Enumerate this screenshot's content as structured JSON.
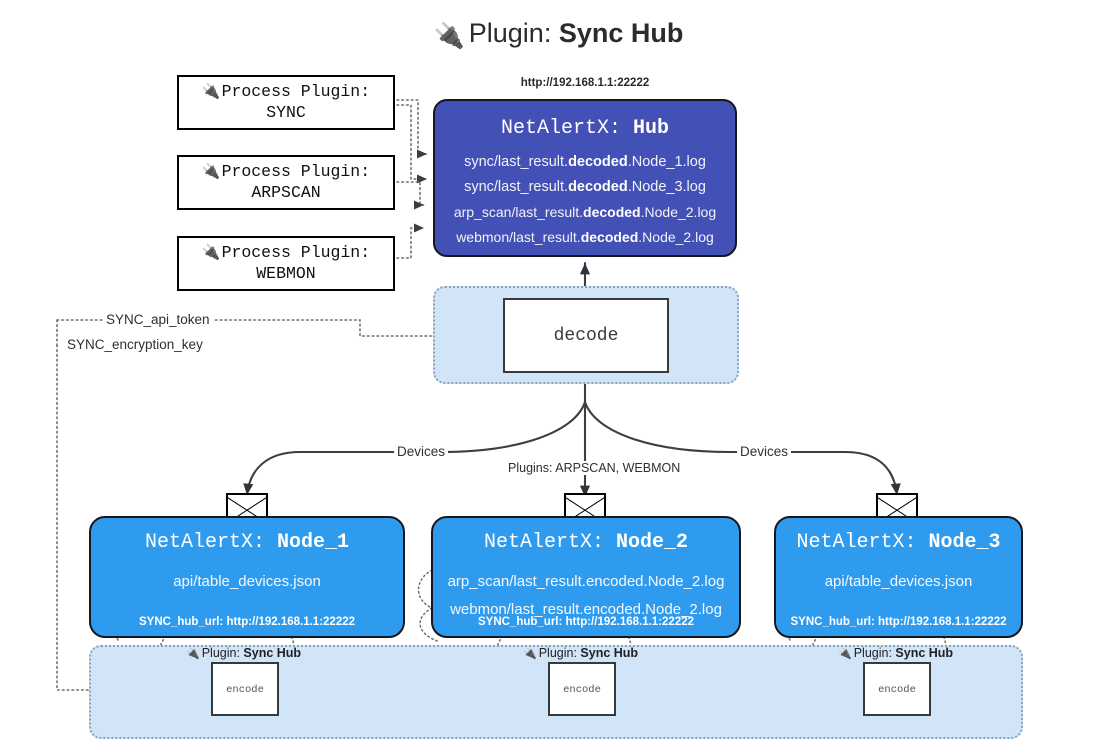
{
  "title": {
    "icon": "electric-plug-icon",
    "prefix": "Plugin: ",
    "name": "Sync Hub"
  },
  "process_plugins": [
    {
      "icon": "electric-plug-icon",
      "label": "Process Plugin:",
      "name": "SYNC"
    },
    {
      "icon": "electric-plug-icon",
      "label": "Process Plugin:",
      "name": "ARPSCAN"
    },
    {
      "icon": "electric-plug-icon",
      "label": "Process Plugin:",
      "name": "WEBMON"
    }
  ],
  "hub": {
    "url": "http://192.168.1.1:22222",
    "title_prefix": "NetAlertX: ",
    "title_name": "Hub",
    "logs": [
      {
        "pre": "sync/last_result.",
        "mid": "decoded",
        "post": ".Node_1.log"
      },
      {
        "pre": "sync/last_result.",
        "mid": "decoded",
        "post": ".Node_3.log"
      },
      {
        "pre": "arp_scan/last_result.",
        "mid": "decoded",
        "post": ".Node_2.log"
      },
      {
        "pre": "webmon/last_result.",
        "mid": "decoded",
        "post": ".Node_2.log"
      }
    ]
  },
  "decode": {
    "label": "decode"
  },
  "edge_labels": {
    "api_token": "SYNC_api_token",
    "encryption_key": "SYNC_encryption_key",
    "devices_left": "Devices",
    "devices_right": "Devices",
    "plugins_center": "Plugins: ARPSCAN, WEBMON"
  },
  "nodes": [
    {
      "title_prefix": "NetAlertX: ",
      "title_name": "Node_1",
      "lines": [
        "api/table_devices.json"
      ],
      "footer": "SYNC_hub_url: http://192.168.1.1:22222",
      "envelope": "envelope-icon"
    },
    {
      "title_prefix": "NetAlertX: ",
      "title_name": "Node_2",
      "lines": [
        "arp_scan/last_result.encoded.Node_2.log",
        "webmon/last_result.encoded.Node_2.log"
      ],
      "footer": "SYNC_hub_url: http://192.168.1.1:22222",
      "envelope": "envelope-icon"
    },
    {
      "title_prefix": "NetAlertX: ",
      "title_name": "Node_3",
      "lines": [
        "api/table_devices.json"
      ],
      "footer": "SYNC_hub_url: http://192.168.1.1:22222",
      "envelope": "envelope-icon"
    }
  ],
  "encoders": [
    {
      "caption_icon": "electric-plug-icon",
      "caption_prefix": "Plugin: ",
      "caption_name": "Sync Hub",
      "label": "encode"
    },
    {
      "caption_icon": "electric-plug-icon",
      "caption_prefix": "Plugin: ",
      "caption_name": "Sync Hub",
      "label": "encode"
    },
    {
      "caption_icon": "electric-plug-icon",
      "caption_prefix": "Plugin: ",
      "caption_name": "Sync Hub",
      "label": "encode"
    }
  ],
  "colors": {
    "hub": "#4350b6",
    "node": "#2f9bee",
    "container": "#d2e5f8",
    "stroke": "#16181f"
  }
}
